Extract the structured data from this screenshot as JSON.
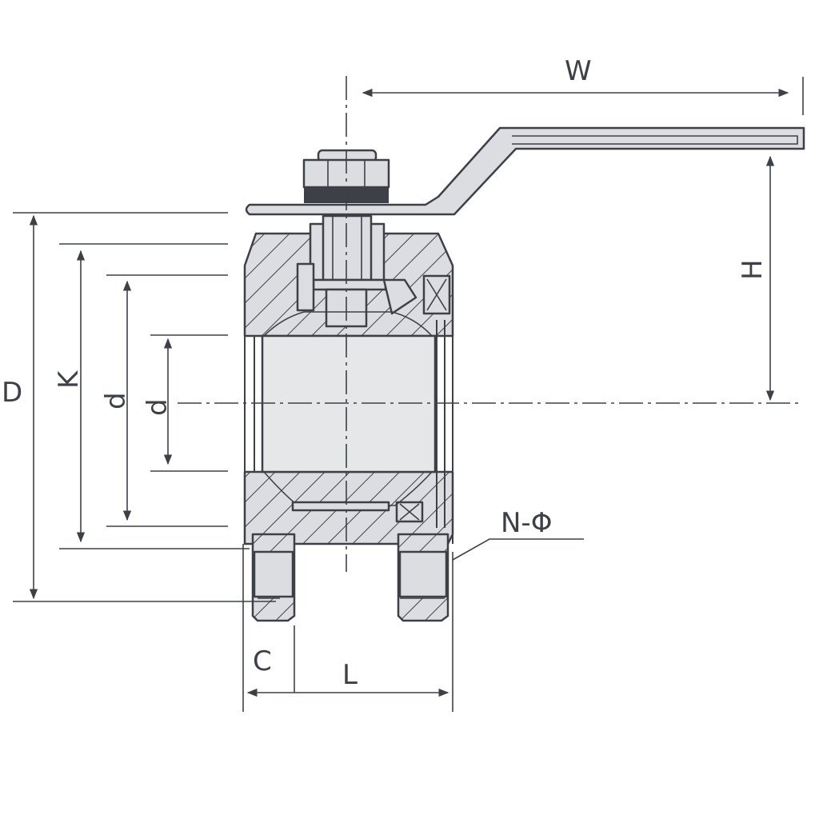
{
  "dimensions": {
    "W": "W",
    "H": "H",
    "D": "D",
    "K": "K",
    "d_outer": "d",
    "d_inner": "d",
    "C": "C",
    "L": "L",
    "N_phi": "N-Φ"
  },
  "colors": {
    "line": "#3d4147",
    "fill": "#dcdde0",
    "background": "#ffffff"
  }
}
